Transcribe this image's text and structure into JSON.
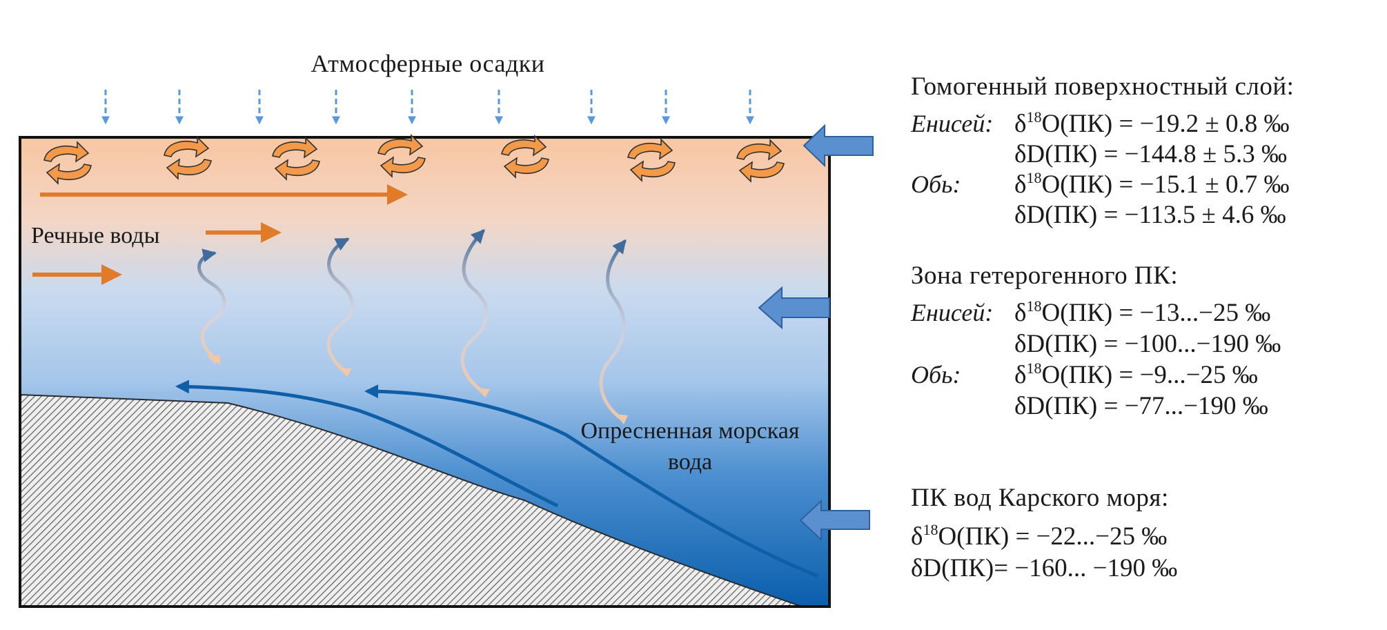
{
  "labels": {
    "precipitation": "Атмосферные осадки",
    "river_water": "Речные воды",
    "desalinated_line1": "Опресненная морская",
    "desalinated_line2": "вода"
  },
  "legend": {
    "homogeneous": {
      "title": "Гомогенный поверхностный слой:",
      "yenisei_label": "Енисей:",
      "yenisei_o18": "O(ПК) = −19.2 ±  0.8 ‰",
      "yenisei_dD": "δD(ПК) = −144.8 ±  5.3 ‰",
      "ob_label": "Обь:",
      "ob_o18": "O(ПК) = −15.1 ±  0.7 ‰",
      "ob_dD": "δD(ПК) = −113.5 ±  4.6 ‰"
    },
    "heterogeneous": {
      "title": "Зона гетерогенного ПК:",
      "yenisei_label": "Енисей:",
      "yenisei_o18": "O(ПК) = −13...−25 ‰",
      "yenisei_dD": "δD(ПК) = −100...−190 ‰",
      "ob_label": "Обь:",
      "ob_o18": "O(ПК) = −9...−25 ‰",
      "ob_dD": "δD(ПК) = −77...−190 ‰"
    },
    "kara": {
      "title": "ПК вод Карского моря:",
      "o18": "O(ПК) = −22...−25 ‰",
      "dD": "δD(ПК)= −160... −190 ‰"
    },
    "delta_symbol": "δ",
    "isotope_mass": "18"
  },
  "colors": {
    "surface_layer": "#f5c8a8",
    "mid_layer": "#c4d8ef",
    "deep_water": "#0a64b4",
    "river_arrow": "#e07b2a",
    "blue_arrow": "#5a8fd0",
    "current_line": "#0f5ea8",
    "seabed_hatch": "#555555"
  }
}
